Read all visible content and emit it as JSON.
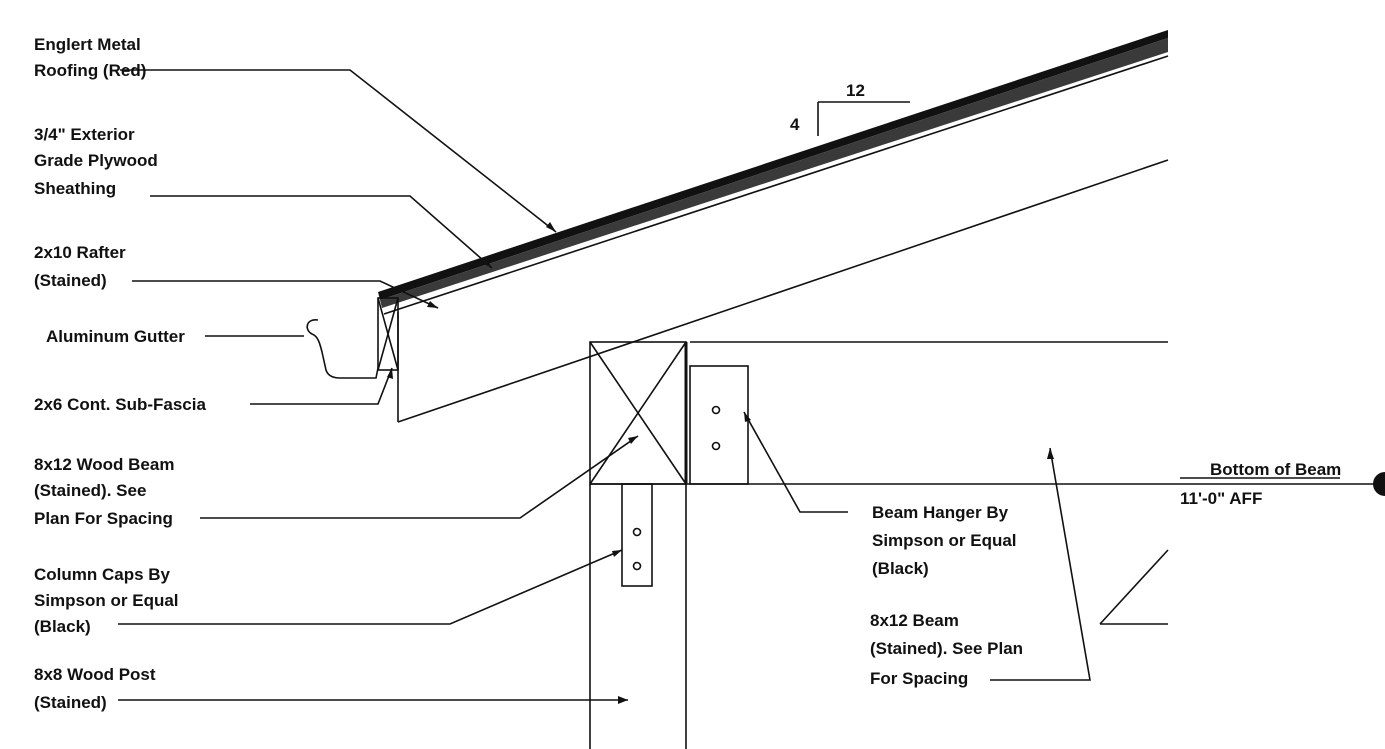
{
  "labels": {
    "metal_roofing": [
      "Englert Metal",
      "Roofing (Red)"
    ],
    "plywood_sheathing": [
      "3/4\" Exterior",
      "Grade Plywood",
      "Sheathing"
    ],
    "rafter": [
      "2x10 Rafter",
      "(Stained)"
    ],
    "gutter": [
      "Aluminum Gutter"
    ],
    "sub_fascia": [
      "2x6 Cont. Sub-Fascia"
    ],
    "wood_beam": [
      "8x12 Wood Beam",
      "(Stained).  See",
      "Plan For Spacing"
    ],
    "column_caps": [
      "Column Caps By",
      "Simpson or Equal",
      "(Black)"
    ],
    "wood_post": [
      "8x8 Wood Post",
      "(Stained)"
    ],
    "beam_hanger": [
      "Beam Hanger By",
      "Simpson or Equal",
      "(Black)"
    ],
    "beam_8x12": [
      "8x12 Beam",
      "(Stained).  See Plan",
      "For Spacing"
    ]
  },
  "slope": {
    "rise": "4",
    "run": "12"
  },
  "elevation": {
    "title": "Bottom of Beam",
    "value": "11'-0\" AFF"
  }
}
